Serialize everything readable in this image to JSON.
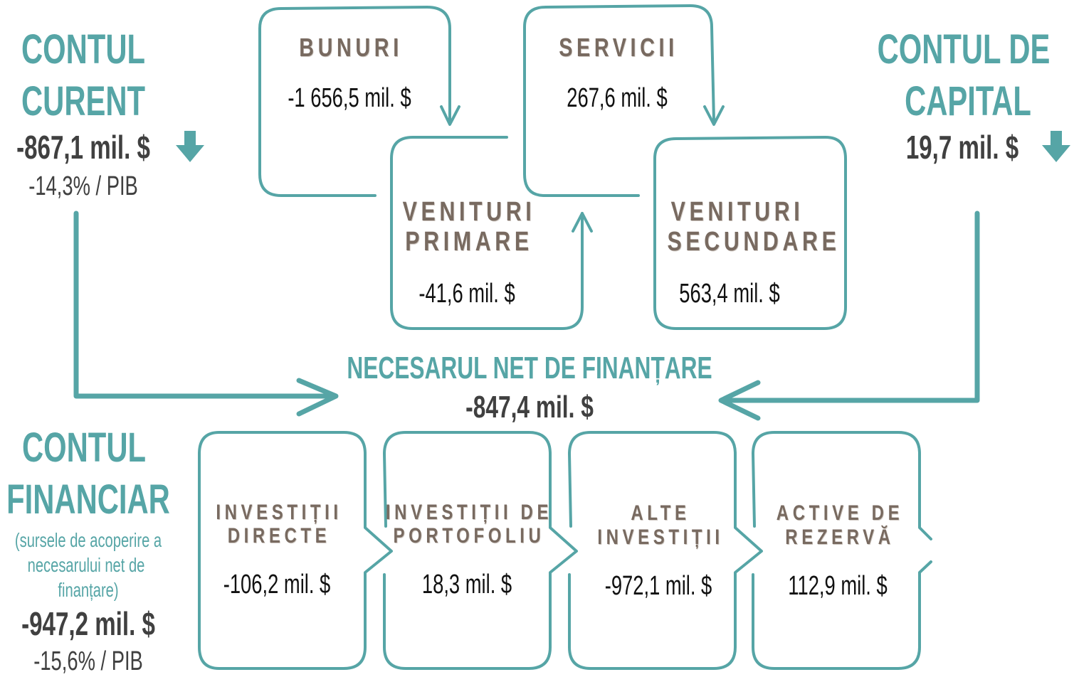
{
  "current_account": {
    "title_line1": "CONTUL",
    "title_line2": "CURENT",
    "value": "-867,1 mil. $",
    "gdp_share": "-14,3% / PIB",
    "trend": "down"
  },
  "capital_account": {
    "title_line1": "CONTUL DE",
    "title_line2": "CAPITAL",
    "value": "19,7 mil. $",
    "trend": "down"
  },
  "goods": {
    "label": "BUNURI",
    "value": "-1 656,5 mil. $"
  },
  "services": {
    "label": "SERVICII",
    "value": "267,6 mil. $"
  },
  "primary_income": {
    "label_line1": "VENITURI",
    "label_line2": "PRIMARE",
    "value": "-41,6 mil. $"
  },
  "secondary_income": {
    "label_line1": "VENITURI",
    "label_line2": "SECUNDARE",
    "value": "563,4 mil. $"
  },
  "net_financing": {
    "title": "NECESARUL NET DE FINANȚARE",
    "value": "-847,4 mil. $"
  },
  "financial_account": {
    "title_line1": "CONTUL",
    "title_line2": "FINANCIAR",
    "subtitle_line1": "(sursele de acoperire a",
    "subtitle_line2": "necesarului net de",
    "subtitle_line3": "finanțare)",
    "value": "-947,2 mil. $",
    "gdp_share": "-15,6% / PIB"
  },
  "financial_items": [
    {
      "label_line1": "INVESTIȚII",
      "label_line2": "DIRECTE",
      "value": "-106,2 mil. $"
    },
    {
      "label_line1": "INVESTIȚII DE",
      "label_line2": "PORTOFOLIU",
      "value": "18,3 mil. $"
    },
    {
      "label_line1": "ALTE",
      "label_line2": "INVESTIȚII",
      "value": "-972,1 mil. $"
    },
    {
      "label_line1": "ACTIVE DE",
      "label_line2": "REZERVĂ",
      "value": "112,9 mil. $"
    }
  ],
  "colors": {
    "teal": "#56a5a6",
    "brown": "#786a60",
    "dark": "#404040"
  }
}
